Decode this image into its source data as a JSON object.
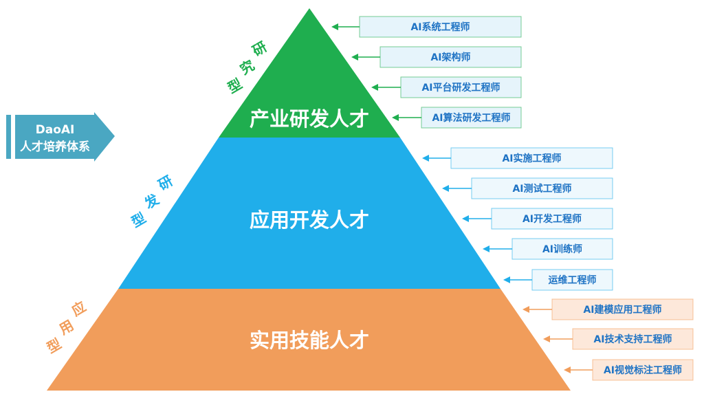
{
  "badge": {
    "line1": "DaoAI",
    "line2": "人才培养体系"
  },
  "colors": {
    "green": "#1fae4f",
    "blue": "#20aeea",
    "orange": "#f19d5b",
    "badge": "#4aa7c2",
    "role_text": "#1f73c4"
  },
  "tiers": [
    {
      "title": "产业研发人才",
      "side_label": [
        "研",
        "究",
        "型"
      ],
      "roles": [
        "AI系统工程师",
        "AI架构师",
        "AI平台研发工程师",
        "AI算法研发工程师"
      ]
    },
    {
      "title": "应用开发人才",
      "side_label": [
        "研",
        "发",
        "型"
      ],
      "roles": [
        "AI实施工程师",
        "AI测试工程师",
        "AI开发工程师",
        "AI训练师",
        "运维工程师"
      ]
    },
    {
      "title": "实用技能人才",
      "side_label": [
        "应",
        "用",
        "型"
      ],
      "roles": [
        "AI建模应用工程师",
        "AI技术支持工程师",
        "AI视觉标注工程师"
      ]
    }
  ]
}
